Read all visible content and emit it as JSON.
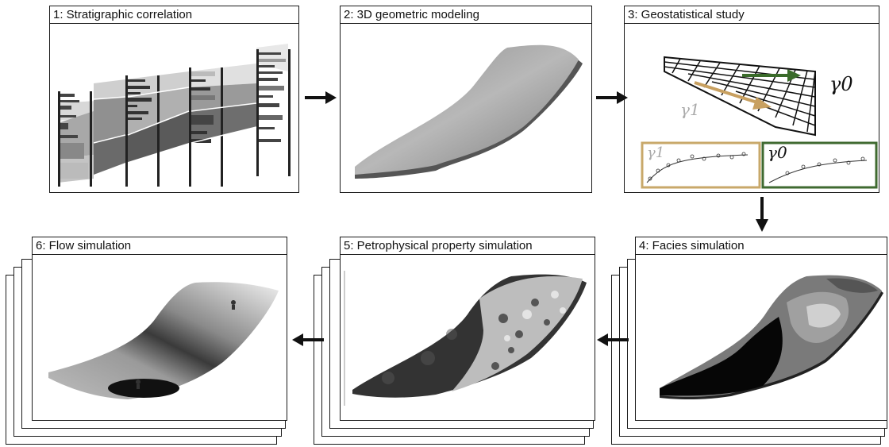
{
  "panels": {
    "p1": {
      "title": "1: Stratigraphic correlation"
    },
    "p2": {
      "title": "2: 3D geometric modeling"
    },
    "p3": {
      "title": "3: Geostatistical study",
      "gamma0": "γ0",
      "gamma1": "γ1"
    },
    "p4": {
      "title": "4: Facies simulation"
    },
    "p5": {
      "title": "5: Petrophysical property simulation"
    },
    "p6": {
      "title": "6: Flow simulation"
    }
  },
  "colors": {
    "green_arrow": "#3a6b2a",
    "tan_arrow": "#c8a060",
    "tan_box": "#c8a86a",
    "green_box": "#3f6a30"
  }
}
